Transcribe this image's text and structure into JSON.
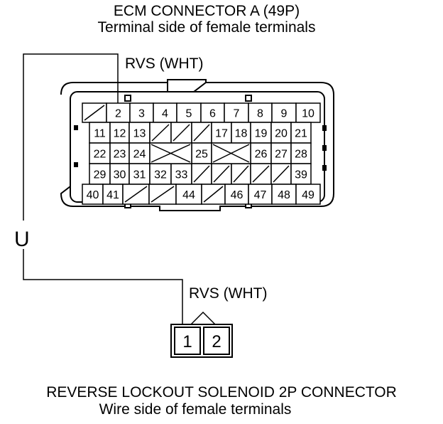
{
  "ecm": {
    "title": "ECM CONNECTOR A (49P)",
    "subtitle": "Terminal side of female terminals",
    "pins": [
      "2",
      "3",
      "4",
      "5",
      "6",
      "7",
      "8",
      "9",
      "10",
      "11",
      "12",
      "13",
      "17",
      "18",
      "19",
      "20",
      "21",
      "22",
      "23",
      "24",
      "25",
      "26",
      "27",
      "28",
      "29",
      "30",
      "31",
      "32",
      "33",
      "39",
      "40",
      "41",
      "44",
      "46",
      "47",
      "48",
      "49"
    ]
  },
  "wire": {
    "top_label": "RVS (WHT)",
    "bottom_label": "RVS (WHT)",
    "loop_symbol": "U"
  },
  "solenoid": {
    "title": "REVERSE LOCKOUT SOLENOID 2P CONNECTOR",
    "subtitle": "Wire side of female terminals",
    "pins": [
      "1",
      "2"
    ]
  }
}
